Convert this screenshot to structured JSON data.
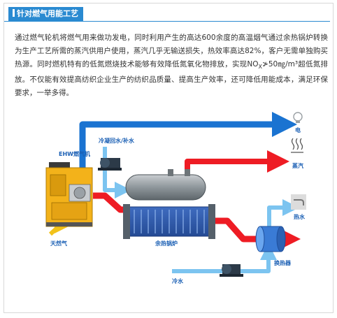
{
  "header": {
    "title": "针对燃气用能工艺"
  },
  "intro": {
    "p1": "通过燃气轮机将燃气用来做功发电，同时利用产生的高达600余度的高温烟气通过余热锅炉转换为生产工艺所需的蒸汽供用户使用，蒸汽几乎无输送损失，热效率高达82%，客户无需单独购买热源。同时燃机特有的低氮燃烧技术能够有效降低氮氧化物排放，实现NO",
    "sub": "X",
    "p2": "≯50㎎/m³超低氮排放。不仅能有效提高纺织企业生产的纺织品质量、提高生产效率，还可降低用能成本，满足环保要求，一举多得。"
  },
  "diagram": {
    "labels": {
      "gas_turbine": "EHW燃气机",
      "natural_gas": "天然气",
      "condensate_water": "冷凝回水/补水",
      "heat_boiler": "余热锅炉",
      "electricity": "电",
      "steam": "蒸汽",
      "hot_water": "热水",
      "cold_water": "冷水",
      "heat_exchanger": "换热器"
    },
    "icons": {
      "electricity": "light-bulb-icon",
      "steam": "steam-icon",
      "hot_water": "faucet-icon"
    },
    "colors": {
      "blue_pipe": "#1a73d1",
      "light_blue_pipe": "#7cc4f0",
      "red_pipe": "#ee1c24",
      "yellow_turbine": "#f3b21a",
      "label_blue": "#1a5fb4"
    }
  }
}
